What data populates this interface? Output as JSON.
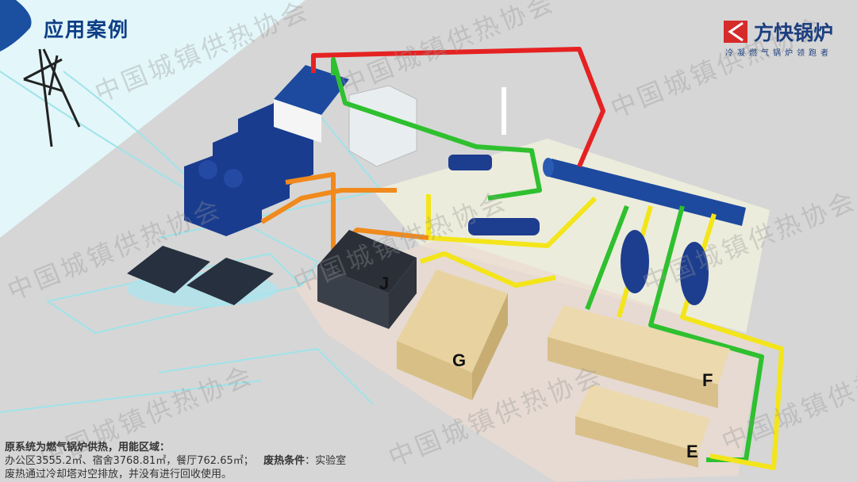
{
  "header": {
    "title": "应用案例"
  },
  "logo": {
    "name": "方快锅炉",
    "slogan": "冷凝燃气锅炉领跑者"
  },
  "watermark": "中国城镇供热协会",
  "buildings": {
    "j": "J",
    "g": "G",
    "f": "F",
    "e": "E"
  },
  "description": {
    "heading": "原系统为燃气锅炉供热，用能区域：",
    "areas": "办公区3555.2㎡、宿舍3768.81㎡，餐厅762.65㎡；",
    "waste_heat_label": "废热条件",
    "waste_heat_value": "：实验室",
    "line3": "废热通过冷却塔对空排放，并没有进行回收使用。"
  },
  "colors": {
    "brand": "#0d3e86",
    "red_pipe": "#e52222",
    "green_pipe": "#2fc02f",
    "yellow_pipe": "#f3e51a",
    "orange_pipe": "#f08a1c"
  }
}
